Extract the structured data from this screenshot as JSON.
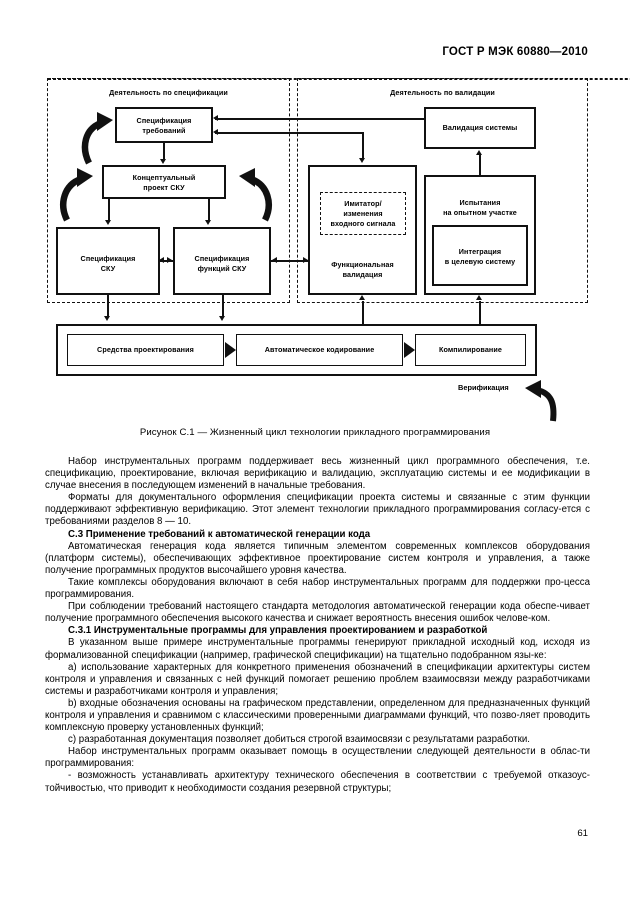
{
  "header": {
    "standard": "ГОСТ Р МЭК 60880—2010"
  },
  "page": {
    "number": "61"
  },
  "figure": {
    "caption": "Рисунок С.1 — Жизненный цикл технологии прикладного  программирования",
    "panels": {
      "specification": "Деятельность по спецификации",
      "validation": "Деятельность по валидации"
    },
    "boxes": {
      "req_spec_l1": "Спецификация",
      "req_spec_l2": "требований",
      "concept_l1": "Концептуальный",
      "concept_l2": "проект СКУ",
      "spec_scu_l1": "Спецификация",
      "spec_scu_l2": "СКУ",
      "spec_func_l1": "Спецификация",
      "spec_func_l2": "функций СКУ",
      "func_val_l1": "Функциональная",
      "func_val_l2": "валидация",
      "simulator_l1": "Имитатор/",
      "simulator_l2": "изменения",
      "simulator_l3": "входного сигнала",
      "sys_val": "Валидация системы",
      "site_test_l1": "Испытания",
      "site_test_l2": "на опытном участке",
      "integration_l1": "Интеграция",
      "integration_l2": "в целевую систему",
      "design_tools": "Средства проектирования",
      "auto_coding": "Автоматическое кодирование",
      "compiling": "Компилирование"
    },
    "labels": {
      "verification": "Верификация"
    }
  },
  "body": {
    "p1": "Набор инструментальных программ поддерживает весь жизненный цикл программного обеспечения, т.е. спецификацию, проектирование, включая верификацию и валидацию, эксплуатацию системы и ее модификации в случае внесения в последующем изменений в начальные требования.",
    "p2": "Форматы для документального оформления спецификации проекта системы и связанные с этим функции поддерживают эффективную верификацию. Этот элемент технологии прикладного программирования согласу-ется с требованиями разделов 8 — 10.",
    "h1": "С.3 Применение требований к автоматической генерации кода",
    "p3": "Автоматическая генерация кода является типичным элементом современных комплексов оборудования (платформ системы), обеспечивающих эффективное проектирование систем контроля и управления, а также получение программных продуктов высочайшего уровня качества.",
    "p4": "Такие комплексы оборудования включают в себя набор инструментальных программ для поддержки про-цесса программирования.",
    "p5": "При соблюдении требований настоящего стандарта методология автоматической генерации кода обеспе-чивает получение программного обеспечения высокого качества и снижает вероятность внесения ошибок челове-ком.",
    "h2": "С.3.1 Инструментальные программы для управления проектированием и разработкой",
    "p6": "В указанном выше примере инструментальные программы генерируют прикладной исходный код, исходя из формализованной спецификации (например, графической спецификации) на тщательно подобранном язы-ке:",
    "p7": "a) использование характерных для конкретного применения обозначений в спецификации архитектуры систем контроля и управления и связанных с ней функций помогает решению проблем взаимосвязи между разработчиками системы и разработчиками контроля и управления;",
    "p8": "b) входные обозначения основаны на графическом представлении, определенном для предназначенных функций контроля и управления и сравнимом с классическими проверенными диаграммами функций, что позво-ляет проводить комплексную проверку установленных функций;",
    "p9": "c) разработанная документация позволяет добиться строгой взаимосвязи с результатами разработки.",
    "p10": "Набор инструментальных программ оказывает помощь в осуществлении следующей деятельности в облас-ти программирования:",
    "p11": "- возможность устанавливать архитектуру технического обеспечения в соответствии с требуемой отказоус-тойчивостью, что приводит к необходимости создания резервной структуры;"
  }
}
